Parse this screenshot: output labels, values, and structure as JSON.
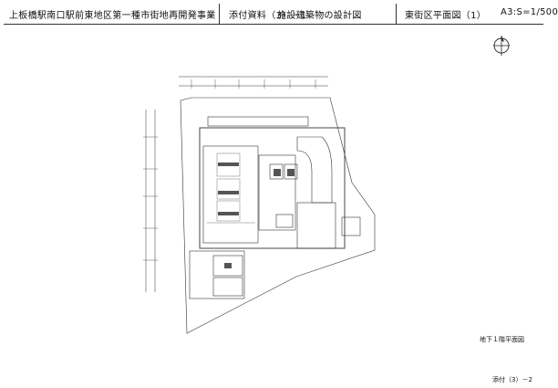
{
  "header": {
    "project_title": "上板橋駅南口駅前東地区第一種市街地再開発事業",
    "document_ref": "添付資料（3）－1",
    "drawing_title": "施設建築物の設計図",
    "sheet_name": "東街区平面図（1）",
    "scale": "A3:S=1/500"
  },
  "plan": {
    "floor_caption": "地下１階平面図"
  },
  "footer": {
    "page_number": "添付（3）－2"
  },
  "icons": {
    "north_arrow": "north-arrow-icon"
  }
}
